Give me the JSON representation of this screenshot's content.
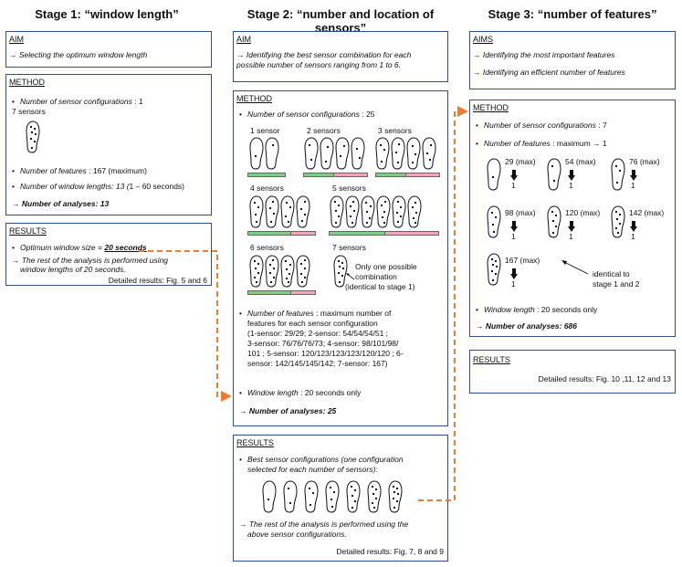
{
  "colors": {
    "box_border": "#2e4f8c",
    "arrow": "#ed7d31",
    "bar_green": "#7ed07e",
    "bar_pink": "#f3a6b6"
  },
  "stage1": {
    "title": "Stage 1: “window length”",
    "aim_label": "AIM",
    "aim_text": "→ Selecting the optimum window length",
    "method_label": "METHOD",
    "cfg_label": "Number of sensor configurations",
    "cfg_value": ": 1",
    "sensors_7": "7 sensors",
    "features_label": "Number of features",
    "features_value": ": 167 (maximum)",
    "wl_label": "Number of window lengths: 13 (",
    "wl_value": "1 – 60 seconds)",
    "analyses": "→ Number of analyses: 13",
    "results_label": "RESULTS",
    "opt_label": "Optimum window size = ",
    "opt_value": "20 seconds",
    "rest_1": "→ The rest of the analysis is performed using",
    "rest_2": "window lengths of 20 seconds.",
    "detailed": "Detailed results: Fig. 5 and 6"
  },
  "stage2": {
    "title": "Stage 2: “number and location of sensors”",
    "aim_label": "AIM",
    "aim_1": "→ Identifying the best sensor combination for each",
    "aim_2": "possible number of sensors ranging from 1 to 6.",
    "method_label": "METHOD",
    "cfg_label": "Number of sensor configurations",
    "cfg_value": ": 25",
    "s1": "1 sensor",
    "s2": "2 sensors",
    "s3": "3 sensors",
    "s4": "4 sensors",
    "s5": "5 sensors",
    "s6": "6 sensors",
    "s7": "7 sensors",
    "only_1": "Only one possible",
    "only_2": "combination",
    "only_3": "(identical to stage 1)",
    "feat_1": "Number of features",
    "feat_1b": ": maximum number of",
    "feat_2": "features for each sensor configuration",
    "feat_3": "(1-sensor: 29/29; 2-sensor:  54/54/54/51 ;",
    "feat_4": "3-sensor: 76/76/76/73; 4-sensor: 98/101/98/",
    "feat_5": "101 ; 5-sensor: 120/123/123/123/120/120 ; 6-",
    "feat_6": "sensor: 142/145/145/142; 7-sensor: 167)",
    "wl_label": "Window length",
    "wl_value": ": 20 seconds only",
    "analyses": "→ Number of analyses: 25",
    "results_label": "RESULTS",
    "best_1": "Best sensor configurations (one configuration",
    "best_2": "selected for each number of sensors):",
    "rest_1": "→ The rest of the analysis is performed using the",
    "rest_2": "above sensor configurations.",
    "detailed": "Detailed results: Fig. 7, 8 and 9"
  },
  "stage3": {
    "title": "Stage 3: “number of features”",
    "aims_label": "AIMS",
    "aim_1": "→ Identifying the most important features",
    "aim_2": "→ Identifying an efficient number of features",
    "method_label": "METHOD",
    "cfg_label": "Number of sensor configurations",
    "cfg_value": ": 7",
    "feat_label": "Number of features",
    "feat_value": ": maximum → 1",
    "f29": "29 (max)",
    "f54": "54 (max)",
    "f76": "76 (max)",
    "f98": "98 (max)",
    "f120": "120 (max)",
    "f142": "142 (max)",
    "f167": "167 (max)",
    "one": "1",
    "ident_1": "identical to",
    "ident_2": "stage 1 and 2",
    "wl_label": "Window length",
    "wl_value": ": 20 seconds only",
    "analyses": "→ Number of analyses: 686",
    "results_label": "RESULTS",
    "detailed": "Detailed results: Fig. 10 ,11, 12 and 13"
  }
}
